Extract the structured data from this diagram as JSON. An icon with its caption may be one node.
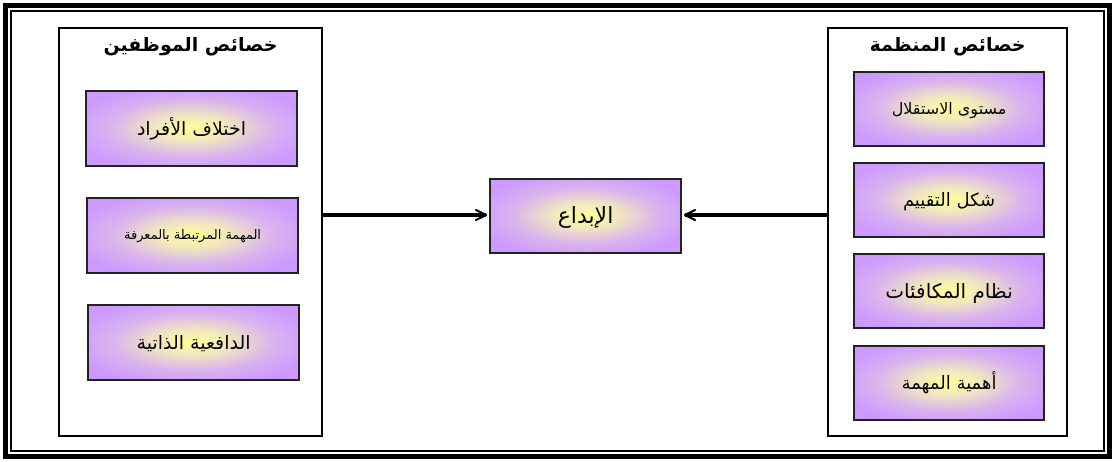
{
  "diagram": {
    "nodes": [
      {
        "text": [
          "خصائص المنظمة"
        ]
      },
      {
        "text": [
          "مستوى الاستقلال"
        ],
        "in": 0
      },
      {
        "text": [
          "شكل التقييم"
        ],
        "in": 0
      },
      {
        "text": [
          "نظام المكافئات"
        ],
        "in": 0
      },
      {
        "text": [
          "أهمية المهمة"
        ],
        "in": 0
      },
      {
        "text": [
          "خصائص الموظفين"
        ]
      },
      {
        "text": [
          "اختلاف الأفراد"
        ],
        "in": 5
      },
      {
        "text": [
          "المهمة المرتبطة بالمعرفة"
        ],
        "in": 5
      },
      {
        "text": [
          "الدافعية الذاتية"
        ],
        "in": 5
      },
      {
        "text": [
          "الإبداع"
        ]
      }
    ],
    "edges": [
      {
        "from": 0,
        "to": 9,
        "arrow": "to"
      },
      {
        "from": 5,
        "to": 9,
        "arrow": "to"
      }
    ]
  }
}
